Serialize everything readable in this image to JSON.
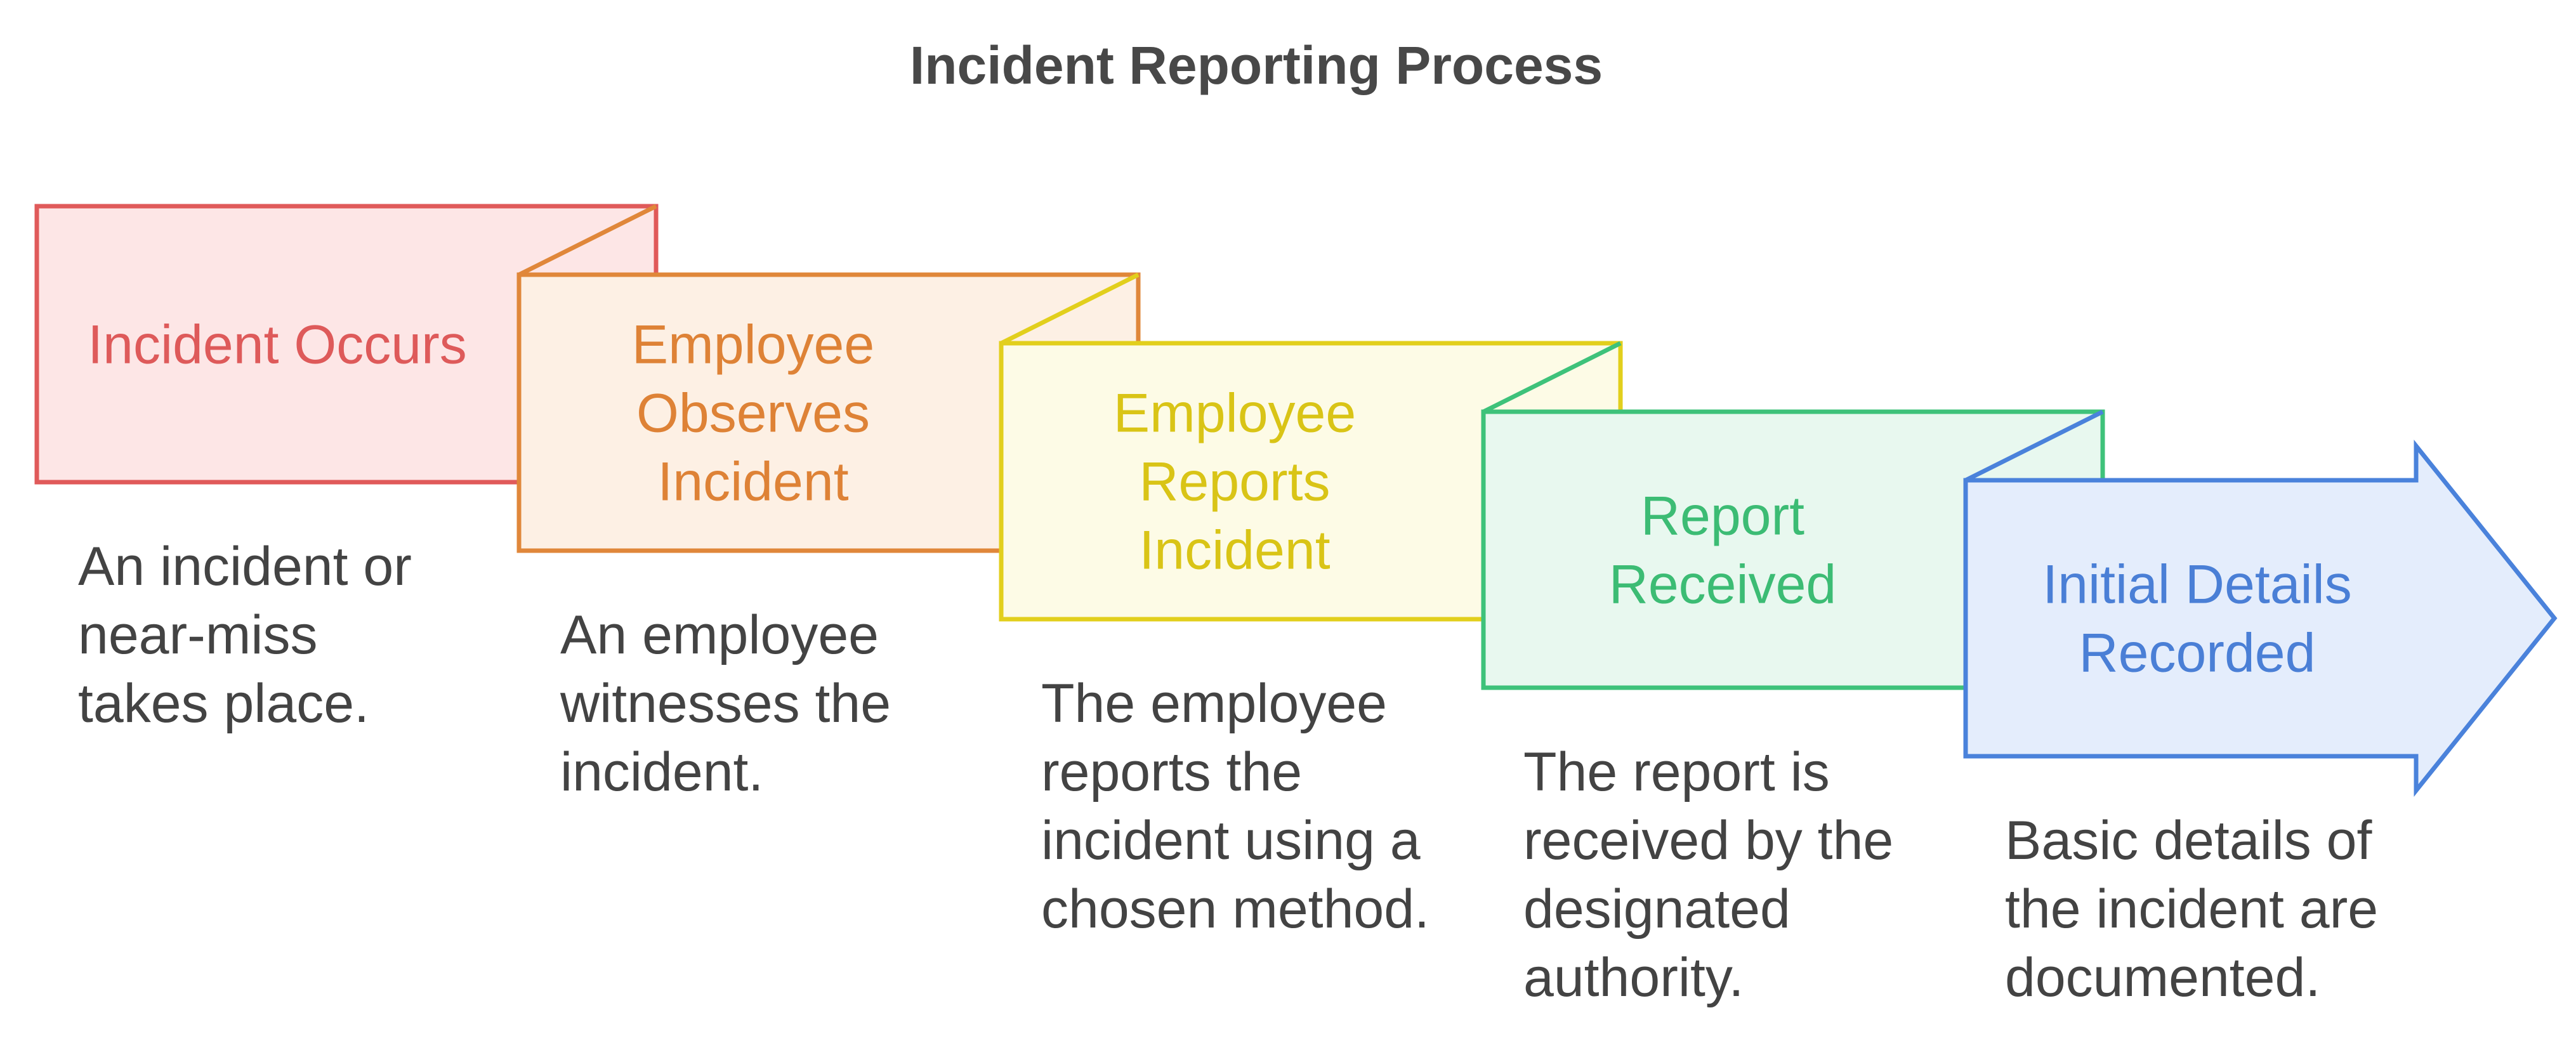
{
  "title": "Incident Reporting Process",
  "steps": [
    {
      "label": [
        "Incident Occurs"
      ],
      "description": [
        "An incident or",
        "near-miss",
        "takes place."
      ],
      "stroke": "#e05a5a",
      "fill": "#fde6e6",
      "text_color": "#de5a5a"
    },
    {
      "label": [
        "Employee",
        "Observes",
        "Incident"
      ],
      "description": [
        "An employee",
        "witnesses the",
        "incident."
      ],
      "stroke": "#e0873a",
      "fill": "#fdf0e4",
      "text_color": "#de8236"
    },
    {
      "label": [
        "Employee",
        "Reports",
        "Incident"
      ],
      "description": [
        "The employee",
        "reports the",
        "incident using a",
        "chosen method."
      ],
      "stroke": "#e2cf1c",
      "fill": "#fdfbe6",
      "text_color": "#d9c416"
    },
    {
      "label": [
        "Report",
        "Received"
      ],
      "description": [
        "The report is",
        "received by the",
        "designated",
        "authority."
      ],
      "stroke": "#3ec27a",
      "fill": "#e8f8ef",
      "text_color": "#3cbc74"
    },
    {
      "label": [
        "Initial Details",
        "Recorded"
      ],
      "description": [
        "Basic details of",
        "the incident are",
        "documented."
      ],
      "stroke": "#4a82db",
      "fill": "#e4edfc",
      "text_color": "#4a7fd6"
    }
  ]
}
